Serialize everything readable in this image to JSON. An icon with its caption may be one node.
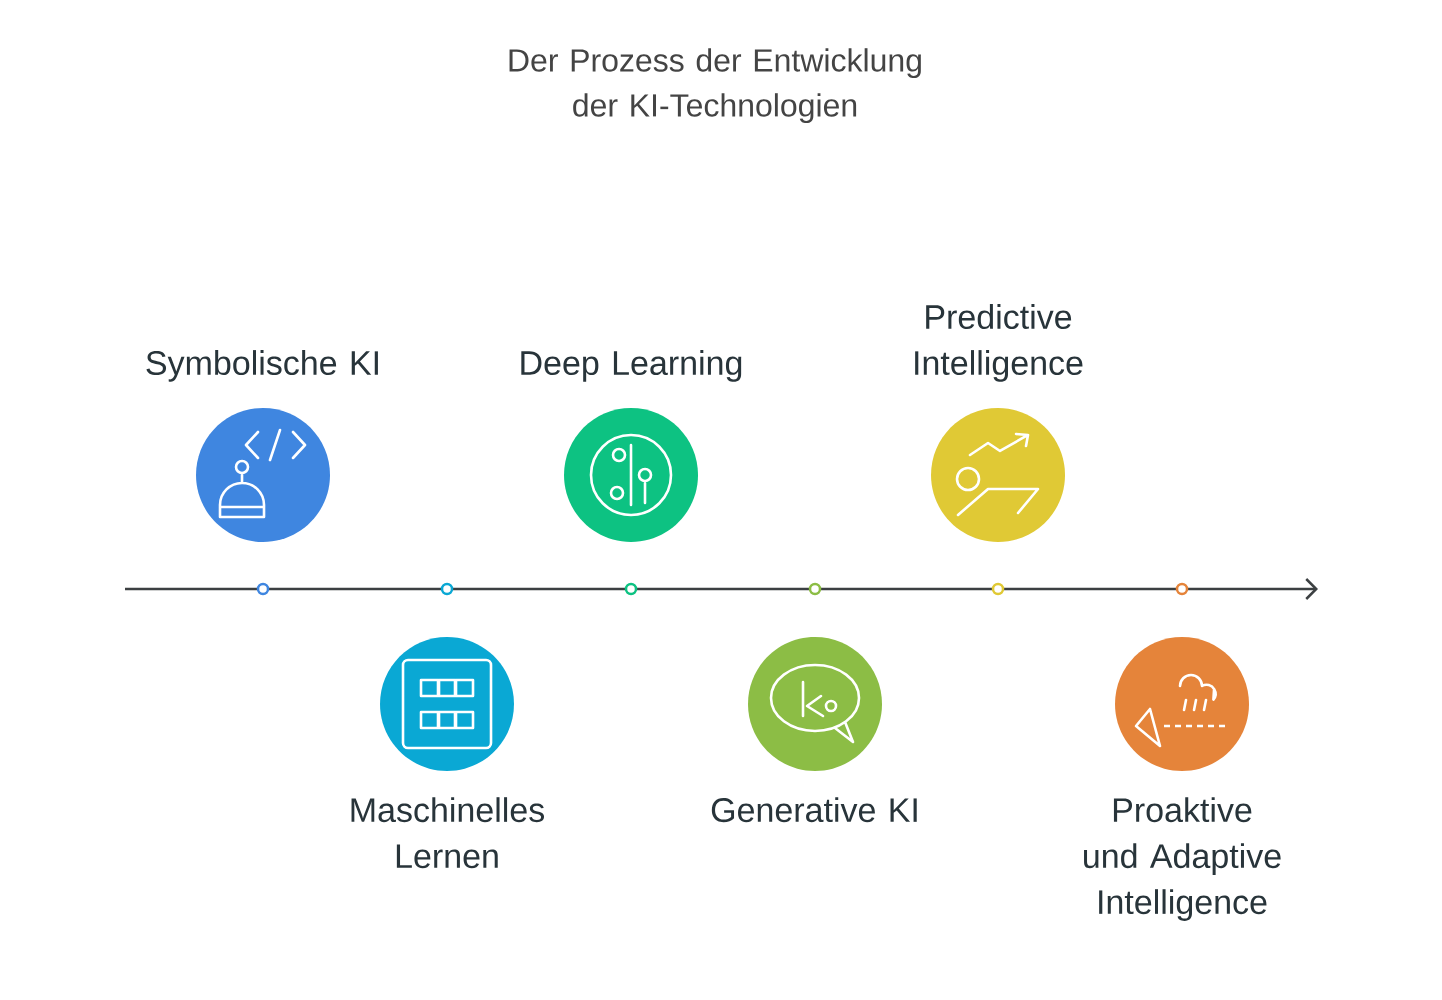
{
  "diagram": {
    "title": "Der Prozess der Entwicklung der KI-Technologien",
    "nodes": [
      {
        "text": [
          "Symbolische KI"
        ]
      },
      {
        "text": [
          "Maschinelles Lernen"
        ]
      },
      {
        "text": [
          "Deep Learning"
        ]
      },
      {
        "text": [
          "Generative KI"
        ]
      },
      {
        "text": [
          "Predictive Intelligence"
        ]
      },
      {
        "text": [
          "Proaktive und Adaptive Intelligence"
        ]
      }
    ]
  }
}
